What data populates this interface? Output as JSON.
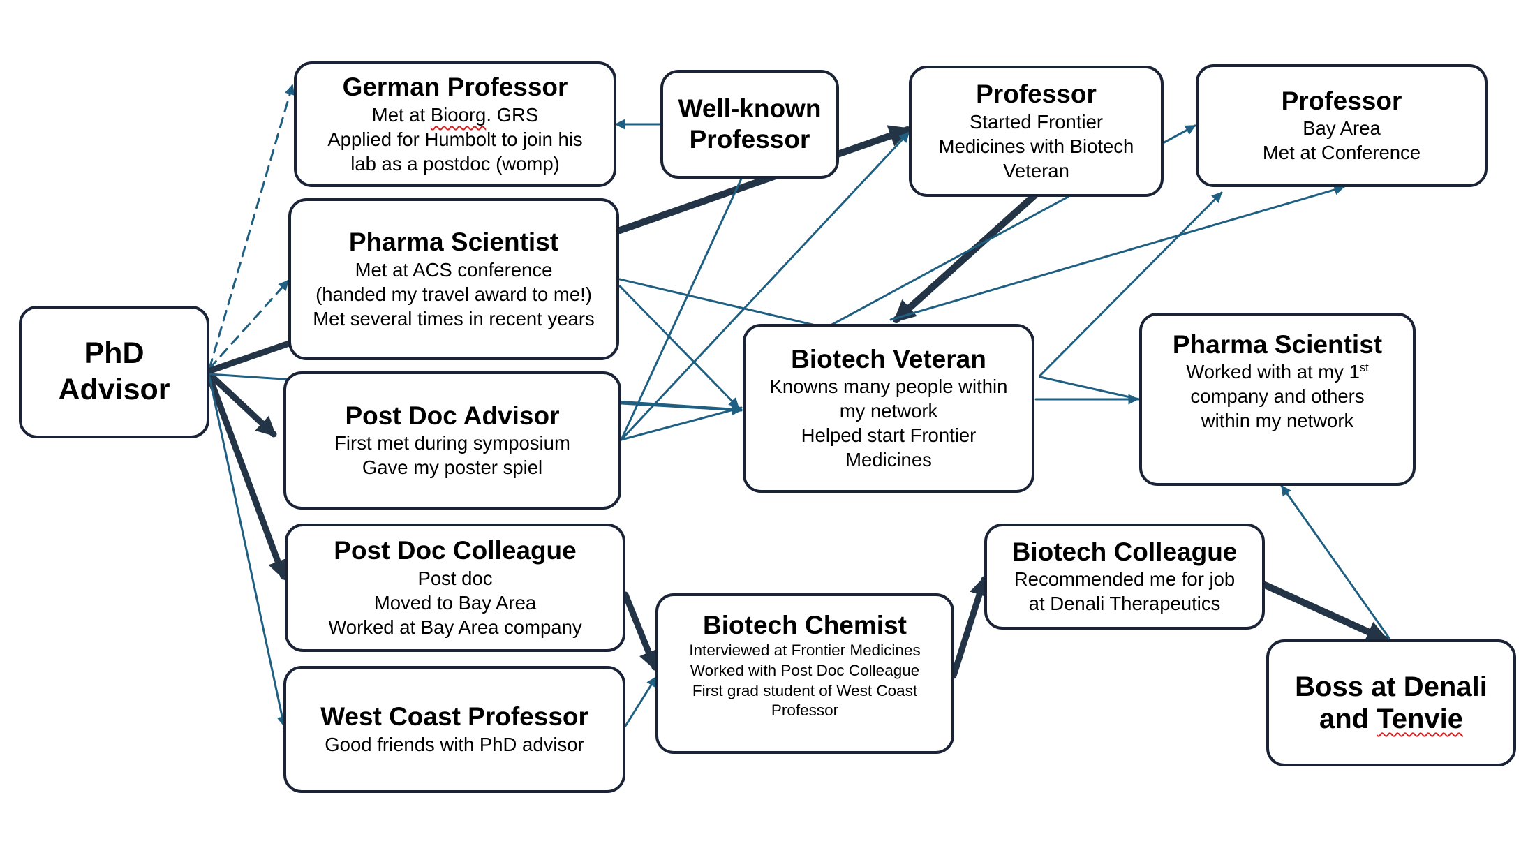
{
  "colors": {
    "node_border": "#1b2336",
    "thin_edge": "#1f5f82",
    "thick_edge": "#243447",
    "spell_underline": "#d81e1e"
  },
  "nodes": {
    "phd_advisor": {
      "title_line1": "PhD",
      "title_line2": "Advisor"
    },
    "german_professor": {
      "title": "German Professor",
      "line1_pre": "Met at ",
      "line1_word": "Bioorg",
      "line1_post": ". GRS",
      "line2": "Applied for Humbolt to join his",
      "line3": "lab as a postdoc (womp)"
    },
    "well_known_professor": {
      "title_line1": "Well-known",
      "title_line2": "Professor"
    },
    "professor_frontier": {
      "title": "Professor",
      "line1": "Started Frontier",
      "line2": "Medicines with Biotech",
      "line3": "Veteran"
    },
    "professor_bay": {
      "title": "Professor",
      "line1": "Bay Area",
      "line2": "Met at Conference"
    },
    "pharma_scientist_1": {
      "title": "Pharma Scientist",
      "line1": "Met at ACS conference",
      "line2": "(handed my travel award to me!)",
      "line3": "Met several times in recent years"
    },
    "post_doc_advisor": {
      "title": "Post Doc Advisor",
      "line1": "First met during symposium",
      "line2": "Gave my poster spiel"
    },
    "biotech_veteran": {
      "title": "Biotech Veteran",
      "line1": "Knowns many people within",
      "line2": "my network",
      "line3": "Helped start Frontier",
      "line4": "Medicines"
    },
    "pharma_scientist_2": {
      "title": "Pharma Scientist",
      "line1_pre": "Worked with at my 1",
      "line1_sup": "st",
      "line2": "company and others",
      "line3": "within my network"
    },
    "post_doc_colleague": {
      "title": "Post Doc Colleague",
      "line1": "Post doc",
      "line2": "Moved to Bay Area",
      "line3": "Worked at Bay Area company"
    },
    "west_coast_professor": {
      "title": "West Coast Professor",
      "line1": "Good friends with PhD advisor"
    },
    "biotech_chemist": {
      "title": "Biotech Chemist",
      "line1": "Interviewed at Frontier Medicines",
      "line2": "Worked with Post Doc Colleague",
      "line3": "First grad student of West Coast",
      "line4": "Professor"
    },
    "biotech_colleague": {
      "title": "Biotech Colleague",
      "line1": "Recommended me for job",
      "line2": "at Denali Therapeutics"
    },
    "boss": {
      "title_line1": "Boss at Denali",
      "title_line2_pre": "and ",
      "title_line2_word": "Tenvie"
    }
  }
}
